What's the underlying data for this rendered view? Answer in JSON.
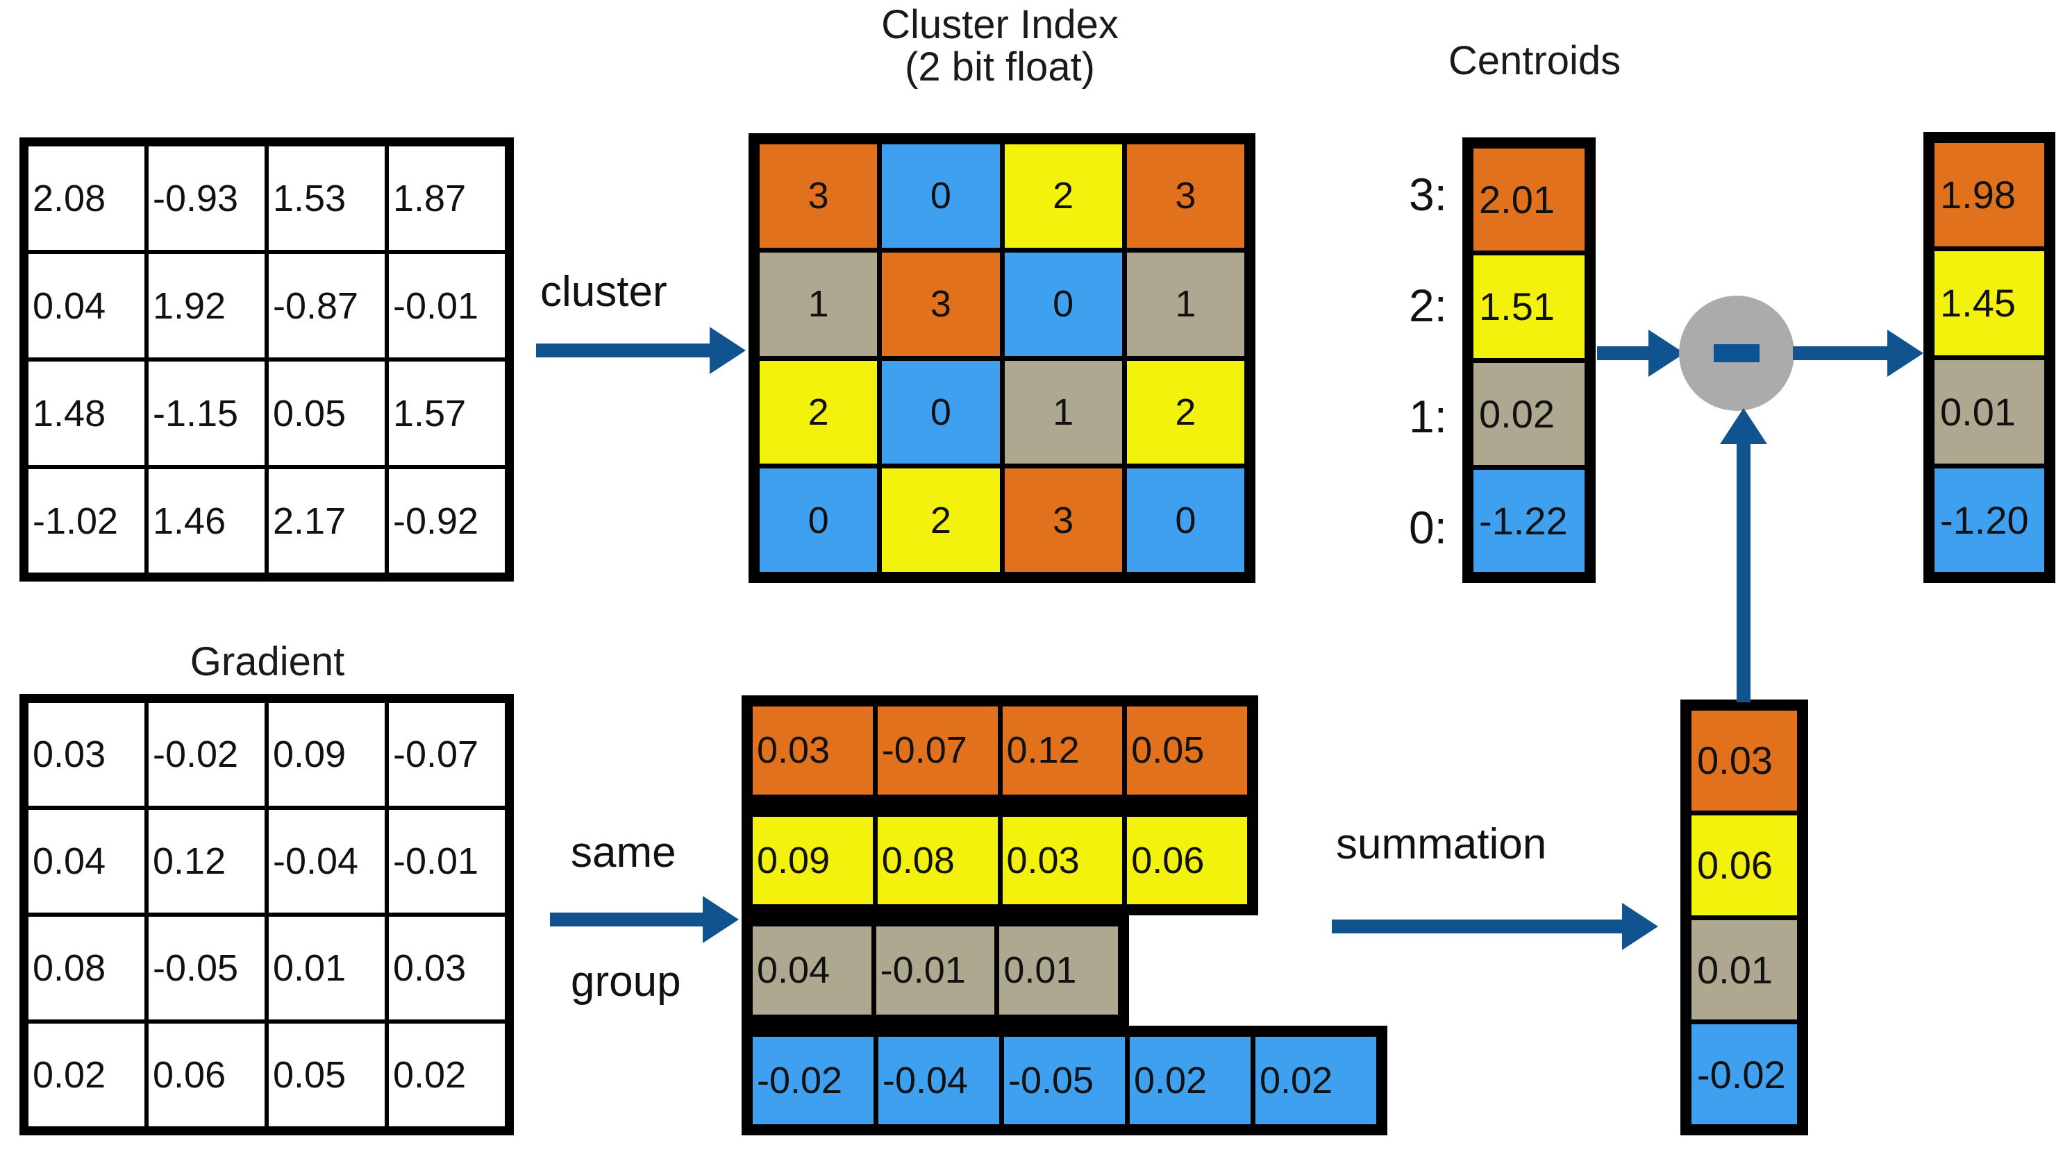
{
  "titles": {
    "cluster_index_line1": "Cluster Index",
    "cluster_index_line2": "(2 bit float)",
    "centroids": "Centroids",
    "gradient": "Gradient"
  },
  "arrow_labels": {
    "cluster": "cluster",
    "same": "same",
    "group": "group",
    "summation": "summation"
  },
  "colors": {
    "orange": "#E2711D",
    "yellow": "#F2F20D",
    "tan": "#ADA88F",
    "blue": "#3FA0F0",
    "arrow": "#10538F",
    "node_fill": "#ABABAB",
    "node_glyph": "#0B5394",
    "border": "#000000",
    "background": "#FFFFFF"
  },
  "weights_matrix": {
    "rows": 4,
    "cols": 4,
    "values": [
      [
        "2.08",
        "-0.93",
        "1.53",
        "1.87"
      ],
      [
        "0.04",
        "1.92",
        "-0.87",
        "-0.01"
      ],
      [
        "1.48",
        "-1.15",
        "0.05",
        "1.57"
      ],
      [
        "-1.02",
        "1.46",
        "2.17",
        "-0.92"
      ]
    ]
  },
  "cluster_index_matrix": {
    "rows": 4,
    "cols": 4,
    "values": [
      [
        "3",
        "0",
        "2",
        "3"
      ],
      [
        "1",
        "3",
        "0",
        "1"
      ],
      [
        "2",
        "0",
        "1",
        "2"
      ],
      [
        "0",
        "2",
        "3",
        "0"
      ]
    ],
    "cluster_of_cell": [
      [
        3,
        0,
        2,
        3
      ],
      [
        1,
        3,
        0,
        1
      ],
      [
        2,
        0,
        1,
        2
      ],
      [
        0,
        2,
        3,
        0
      ]
    ]
  },
  "centroids_in": {
    "keys": [
      "3:",
      "2:",
      "1:",
      "0:"
    ],
    "values": [
      "2.01",
      "1.51",
      "0.02",
      "-1.22"
    ],
    "clusters": [
      3,
      2,
      1,
      0
    ]
  },
  "centroids_out": {
    "values": [
      "1.98",
      "1.45",
      "0.01",
      "-1.20"
    ],
    "clusters": [
      3,
      2,
      1,
      0
    ]
  },
  "gradient_matrix": {
    "rows": 4,
    "cols": 4,
    "values": [
      [
        "0.03",
        "-0.02",
        "0.09",
        "-0.07"
      ],
      [
        "0.04",
        "0.12",
        "-0.04",
        "-0.01"
      ],
      [
        "0.08",
        "-0.05",
        "0.01",
        "0.03"
      ],
      [
        "0.02",
        "0.06",
        "0.05",
        "0.02"
      ]
    ]
  },
  "grouped_gradients": {
    "groups": [
      {
        "cluster": 3,
        "values": [
          "0.03",
          "-0.07",
          "0.12",
          "0.05"
        ]
      },
      {
        "cluster": 2,
        "values": [
          "0.09",
          "0.08",
          "0.03",
          "0.06"
        ]
      },
      {
        "cluster": 1,
        "values": [
          "0.04",
          "-0.01",
          "0.01"
        ]
      },
      {
        "cluster": 0,
        "values": [
          "-0.02",
          "-0.04",
          "-0.05",
          "0.02",
          "0.02"
        ]
      }
    ]
  },
  "summed_gradients": {
    "values": [
      "0.03",
      "0.06",
      "0.01",
      "-0.02"
    ],
    "clusters": [
      3,
      2,
      1,
      0
    ]
  },
  "op_node": {
    "glyph": "minus"
  }
}
